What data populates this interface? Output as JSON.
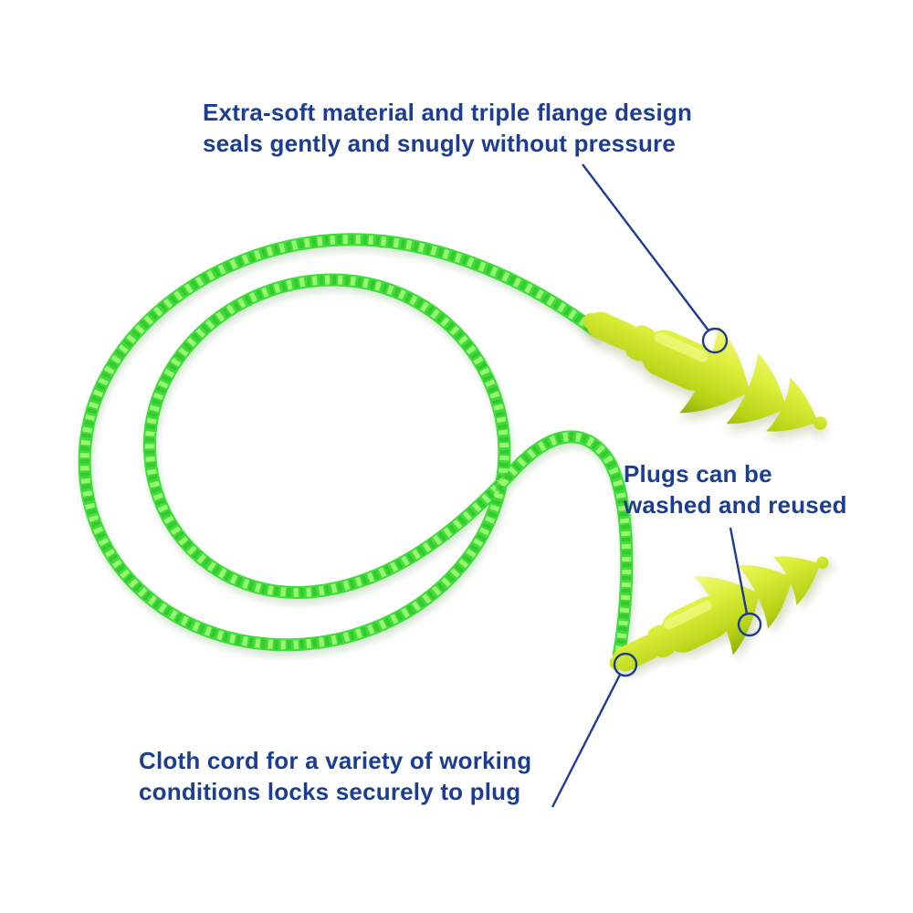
{
  "page": {
    "background": "#ffffff",
    "description": "Corded reusable ear plugs product callout diagram"
  },
  "colors": {
    "annotation": "#1b3d94",
    "leader": "#1b3d94",
    "cord": "#3fdd3b",
    "cord-highlight": "#b9ff84",
    "cord-shade": "#27b31f",
    "plug": "#d9ec33",
    "page-bg": "#ffffff"
  },
  "annotations": {
    "top": {
      "line1": "Extra-soft material and triple flange design",
      "line2": "seals gently and snugly without pressure"
    },
    "middle": {
      "line1": "Plugs can be",
      "line2": "washed and reused"
    },
    "bottom": {
      "line1": "Cloth cord for a variety of working",
      "line2": "conditions locks securely to plug"
    }
  }
}
